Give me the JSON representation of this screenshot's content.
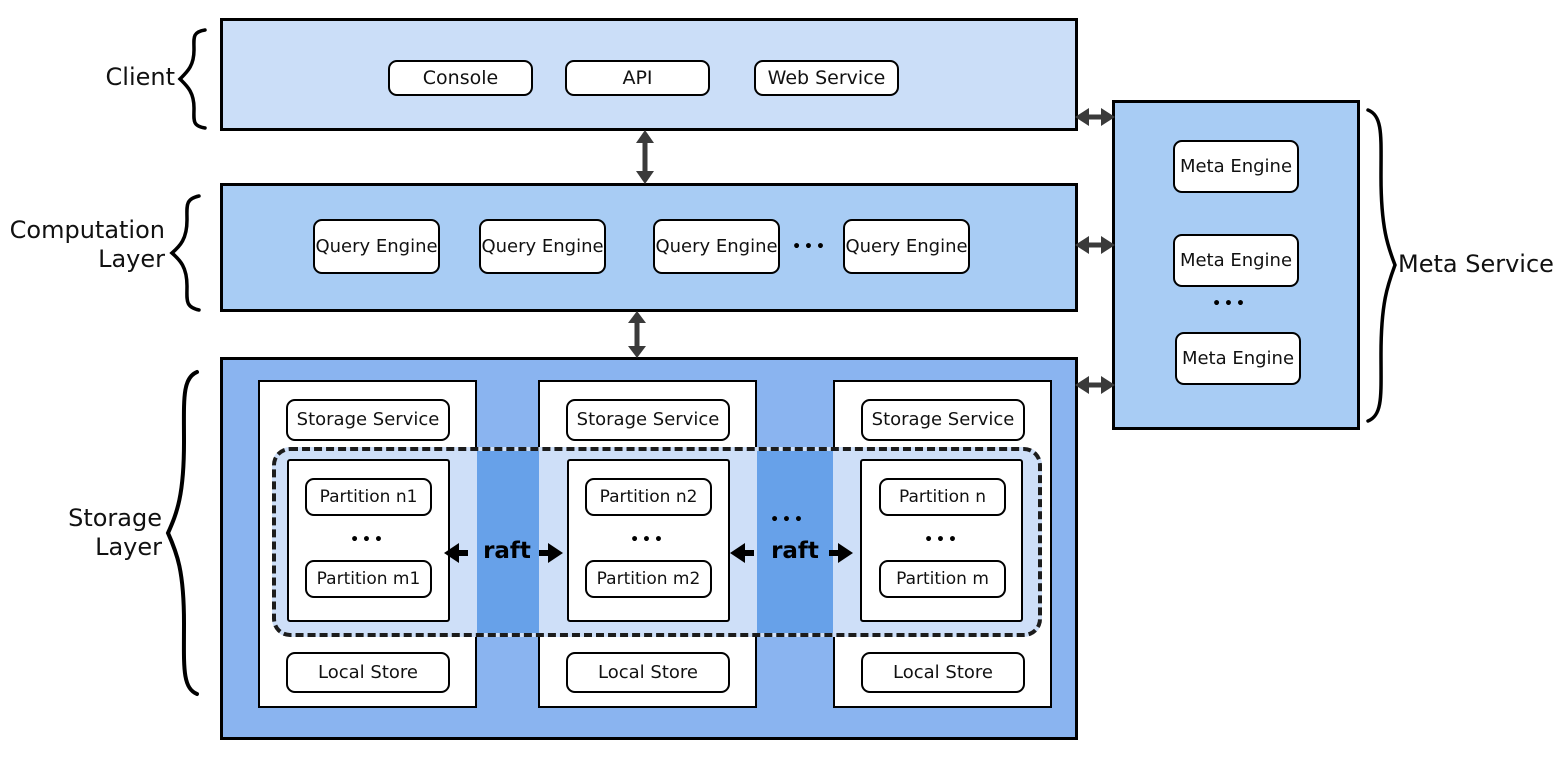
{
  "side_labels": {
    "client": "Client",
    "computation": [
      "Computation",
      "Layer"
    ],
    "storage": [
      "Storage",
      "Layer"
    ],
    "meta": "Meta Service"
  },
  "client_layer": {
    "items": [
      "Console",
      "API",
      "Web Service"
    ]
  },
  "computation_layer": {
    "engines": [
      "Query Engine",
      "Query Engine",
      "Query Engine",
      "Query Engine"
    ],
    "ellipsis": "•••"
  },
  "meta_service": {
    "engines": [
      "Meta Engine",
      "Meta Engine",
      "Meta Engine"
    ],
    "ellipsis": "•••"
  },
  "storage_layer": {
    "nodes": [
      {
        "service": "Storage Service",
        "partition_top": "Partition n1",
        "ellipsis": "•••",
        "partition_bottom": "Partition m1",
        "store": "Local Store"
      },
      {
        "service": "Storage Service",
        "partition_top": "Partition n2",
        "ellipsis": "•••",
        "partition_bottom": "Partition m2",
        "store": "Local Store"
      },
      {
        "service": "Storage Service",
        "partition_top": "Partition n",
        "ellipsis": "•••",
        "partition_bottom": "Partition m",
        "store": "Local Store"
      }
    ],
    "raft_label": "raft",
    "node_ellipsis": "•••"
  },
  "colors": {
    "client_bg": "#cbdef8",
    "computation_bg": "#a8ccf4",
    "meta_bg": "#a8ccf4",
    "storage_bg": "#8ab4f0",
    "band_bg": "#cedff8",
    "gap_bg": "#67a1e9",
    "box_border": "#000000",
    "arrow": "#3a3a3a"
  }
}
